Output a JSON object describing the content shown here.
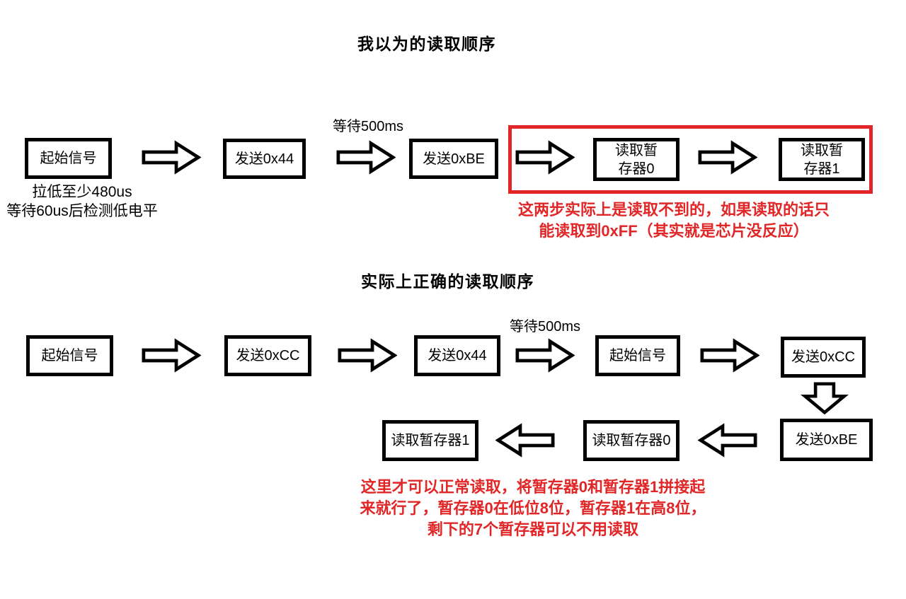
{
  "colors": {
    "red": "#e12627",
    "black": "#000000",
    "background": "#ffffff"
  },
  "diagram1": {
    "title": "我以为的读取顺序",
    "wait_label": "等待500ms",
    "nodes": {
      "start": "起始信号",
      "send44": "发送0x44",
      "sendBE": "发送0xBE",
      "reg0_line1": "读取暂",
      "reg0_line2": "存器0",
      "reg1_line1": "读取暂",
      "reg1_line2": "存器1"
    },
    "start_note": {
      "line1": "拉低至少480us",
      "line2": "等待60us后检测低电平"
    },
    "error_note": {
      "line1": "这两步实际上是读取不到的，如果读取的话只",
      "line2": "能读取到0xFF（其实就是芯片没反应）"
    }
  },
  "diagram2": {
    "title": "实际上正确的读取顺序",
    "wait_label": "等待500ms",
    "nodes": {
      "start1": "起始信号",
      "sendCC1": "发送0xCC",
      "send44": "发送0x44",
      "start2": "起始信号",
      "sendCC2": "发送0xCC",
      "sendBE": "发送0xBE",
      "reg0": "读取暂存器0",
      "reg1": "读取暂存器1"
    },
    "note": {
      "line1": "这里才可以正常读取，将暂存器0和暂存器1拼接起",
      "line2": "来就行了，暂存器0在低位8位，暂存器1在高8位，",
      "line3": "剩下的7个暂存器可以不用读取"
    }
  }
}
